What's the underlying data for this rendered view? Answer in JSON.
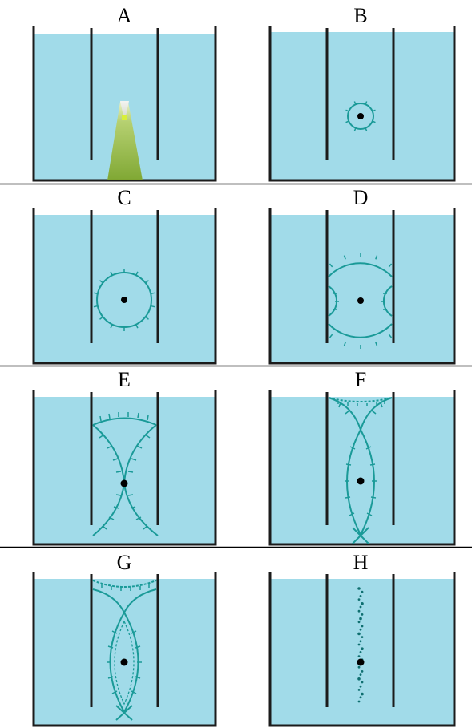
{
  "panels": [
    {
      "label": "A"
    },
    {
      "label": "B"
    },
    {
      "label": "C"
    },
    {
      "label": "D"
    },
    {
      "label": "E"
    },
    {
      "label": "F"
    },
    {
      "label": "G"
    },
    {
      "label": "H"
    }
  ],
  "colors": {
    "water": "#a1dbe9",
    "tank_wall": "#1b1b1b",
    "front": "#1a9a98",
    "source_dot": "#000000",
    "beam": "#8fb23a",
    "beam_tip": "#cfe848"
  }
}
